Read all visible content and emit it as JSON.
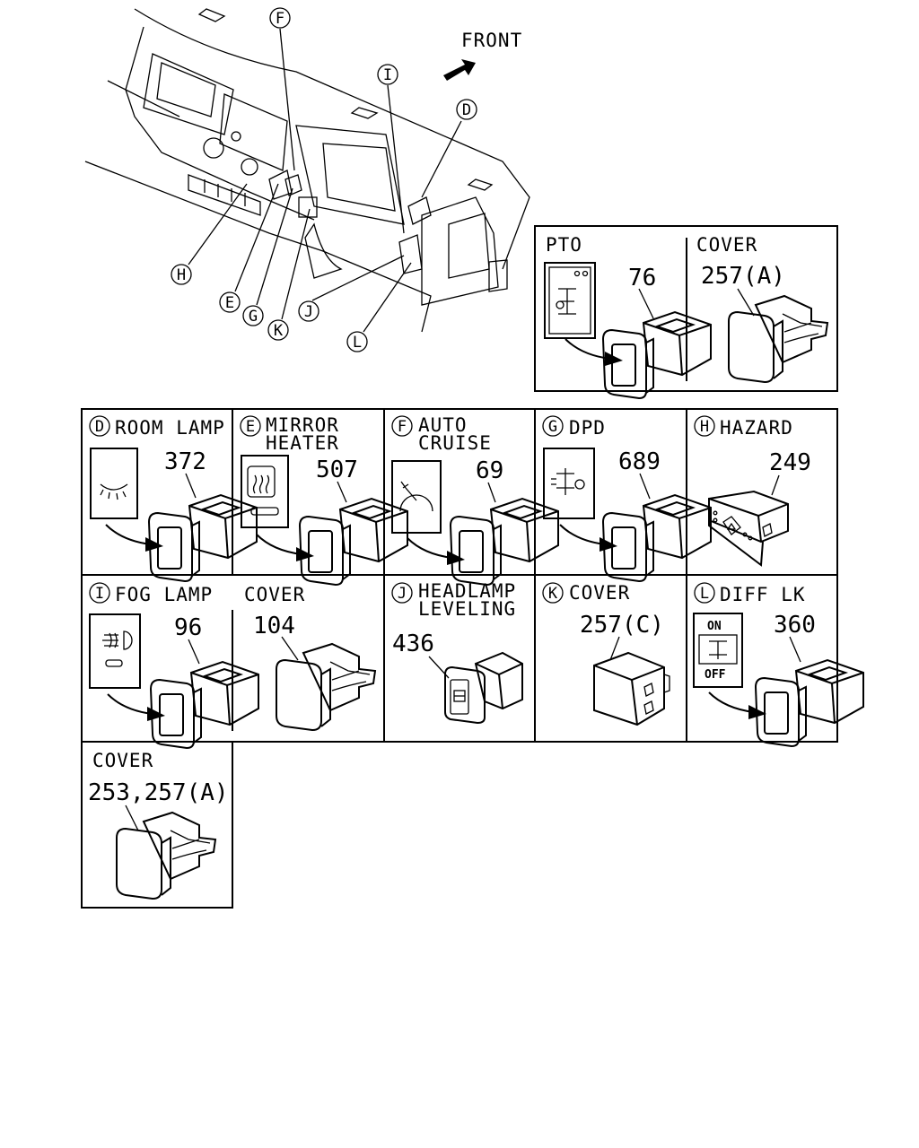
{
  "overview": {
    "front_label": "FRONT",
    "callouts": [
      "F",
      "I",
      "D",
      "H",
      "E",
      "G",
      "K",
      "J",
      "L"
    ]
  },
  "pto_box": {
    "title": "PTO",
    "part": "76",
    "cover_title": "COVER",
    "cover_part": "257(A)"
  },
  "row1": [
    {
      "letter": "D",
      "title": "ROOM LAMP",
      "part": "372"
    },
    {
      "letter": "E",
      "title_line1": "MIRROR",
      "title_line2": "HEATER",
      "part": "507"
    },
    {
      "letter": "F",
      "title_line1": "AUTO",
      "title_line2": "CRUISE",
      "part": "69"
    },
    {
      "letter": "G",
      "title": "DPD",
      "part": "689"
    },
    {
      "letter": "H",
      "title": "HAZARD",
      "part": "249"
    }
  ],
  "row2": [
    {
      "letter": "I",
      "title": "FOG LAMP",
      "part": "96"
    },
    {
      "title": "COVER",
      "part": "104"
    },
    {
      "letter": "J",
      "title_line1": "HEADLAMP",
      "title_line2": "LEVELING",
      "part": "436"
    },
    {
      "letter": "K",
      "title": "COVER",
      "part": "257(C)"
    },
    {
      "letter": "L",
      "title": "DIFF LK",
      "part": "360",
      "switch_on": "ON",
      "switch_off": "OFF"
    }
  ],
  "row3": {
    "title": "COVER",
    "part": "253,257(A)"
  }
}
